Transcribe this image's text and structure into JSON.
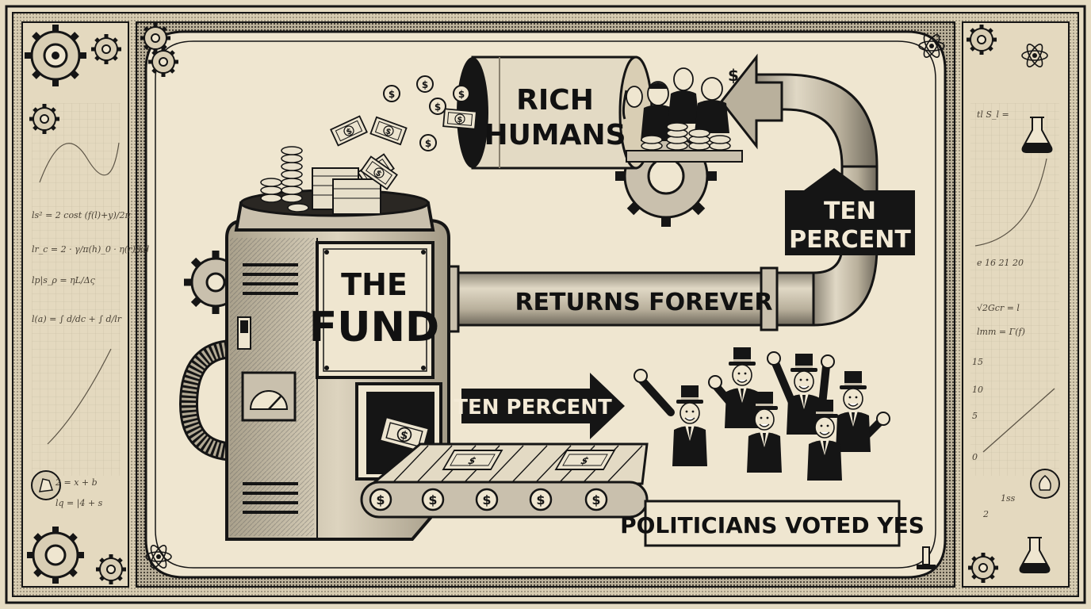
{
  "labels": {
    "fund_line1": "THE",
    "fund_line2": "FUND",
    "rich_line1": "RICH",
    "rich_line2": "HUMANS",
    "pipe_label": "RETURNS FOREVER",
    "up_arrow_line1": "TEN",
    "up_arrow_line2": "PERCENT",
    "right_arrow": "TEN PERCENT",
    "politicians": "POLITICIANS VOTED YES"
  },
  "margin_notes": {
    "left": [
      "ls² = 2 cost (f(l)+y)/2π",
      "lr_c = 2 · γ/π(h)_0 · η(r)/kd",
      "lp|s_ρ = ηL/Δς",
      "l(a) = ∫ d/dc + ∫ d/lr",
      "2 = x + b",
      "lq = |4 + s"
    ],
    "right": [
      "tl S_l = ",
      "e 16 21 20",
      "√2Gcr = l",
      "lmm = Γ(f)",
      "15",
      "10",
      "5",
      "0",
      "1ss",
      "2"
    ]
  },
  "colors": {
    "paper": "#efe6d0",
    "ink": "#151515",
    "frame": "#d9ceb4",
    "pipe": "#c9c0ad"
  }
}
